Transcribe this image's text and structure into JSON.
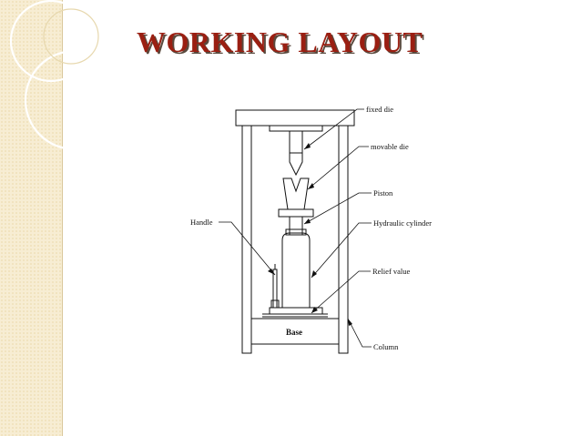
{
  "slide": {
    "title": "WORKING LAYOUT"
  },
  "diagram": {
    "labels": {
      "fixed_die": "fixed die",
      "movable_die": "movable die",
      "piston": "Piston",
      "hydraulic_cylinder": "Hydraulic cylinder",
      "relief_value": "Relief value",
      "column": "Column",
      "handle": "Handle",
      "base": "Base"
    }
  },
  "colors": {
    "title": "#9a1f12",
    "title_shadow": "#5a4a3e",
    "band": "#f7edd3"
  }
}
